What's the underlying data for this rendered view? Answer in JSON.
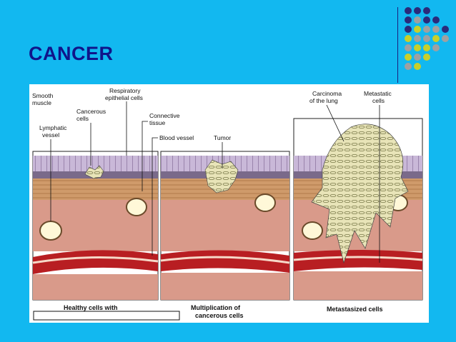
{
  "slide": {
    "title": "CANCER"
  },
  "diagram": {
    "labels": {
      "smooth_muscle": "Smooth muscle",
      "respiratory_epithelial": "Respiratory epithelial cells",
      "cancerous_cells": "Cancerous cells",
      "connective_tissue": "Connective tissue",
      "lymphatic_vessel": "Lymphatic vessel",
      "blood_vessel": "Blood vessel",
      "tumor": "Tumor",
      "carcinoma": "Carcinoma of the lung",
      "metastatic_cells": "Metastatic cells"
    },
    "captions": {
      "healthy": "Healthy cells with",
      "multiplication": "Multiplication of cancerous cells",
      "metastasized": "Metastasized cells"
    }
  },
  "colors": {
    "background": "#12b8f0",
    "title": "#10158a",
    "dot_navy": "#2a2a7a",
    "dot_gray": "#a0a0a0",
    "dot_yellow": "#c8cf2a"
  }
}
